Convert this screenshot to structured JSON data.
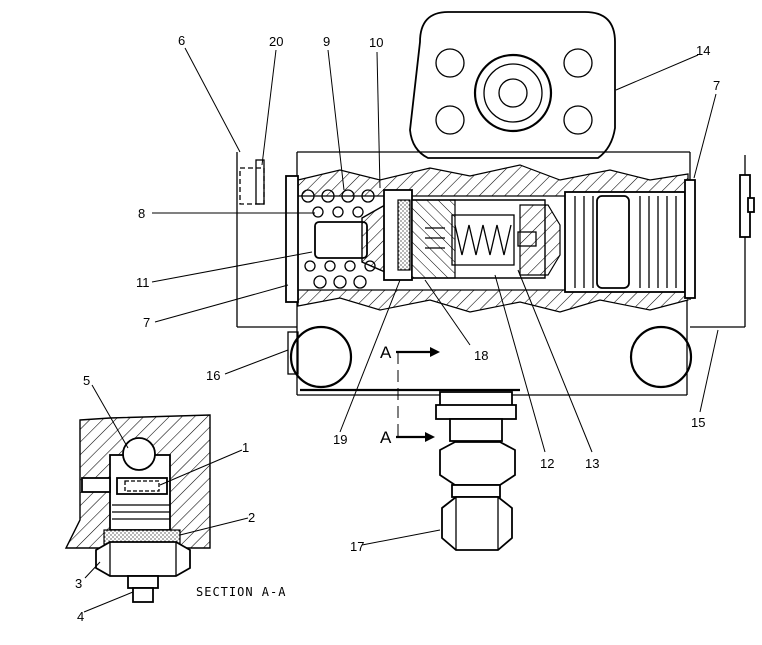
{
  "callouts": {
    "c1": "1",
    "c2": "2",
    "c3": "3",
    "c4": "4",
    "c5": "5",
    "c6": "6",
    "c7a": "7",
    "c7b": "7",
    "c8": "8",
    "c9": "9",
    "c10": "10",
    "c11": "11",
    "c12": "12",
    "c13": "13",
    "c14": "14",
    "c15": "15",
    "c16": "16",
    "c17": "17",
    "c18": "18",
    "c19": "19",
    "c20": "20"
  },
  "section_markers": {
    "top": "A",
    "bottom": "A"
  },
  "section_title": "SECTION A-A"
}
